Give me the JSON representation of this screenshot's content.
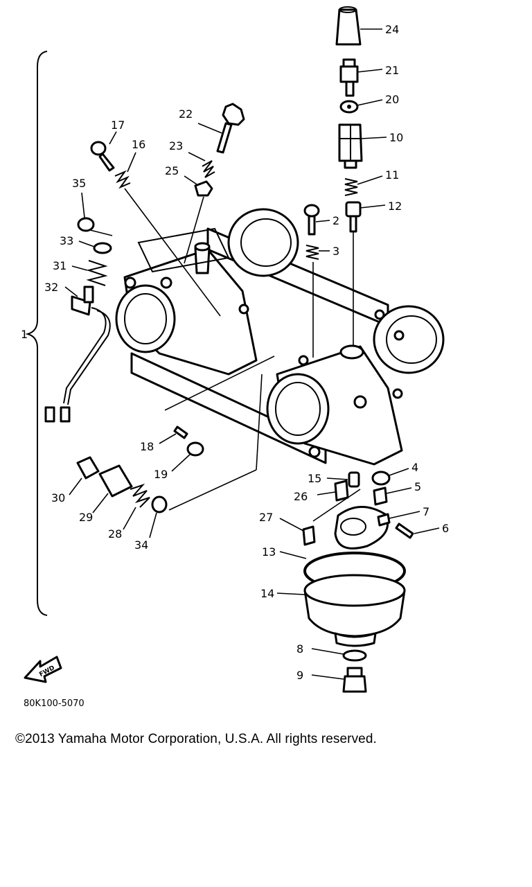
{
  "assembly_label": "1",
  "fwd_label": "FWD",
  "drawing_code": "80K100-5070",
  "copyright": "©2013 Yamaha Motor Corporation, U.S.A. All rights reserved.",
  "callouts": {
    "c2": "2",
    "c3": "3",
    "c4": "4",
    "c5": "5",
    "c6": "6",
    "c7": "7",
    "c8": "8",
    "c9": "9",
    "c10": "10",
    "c11": "11",
    "c12": "12",
    "c13": "13",
    "c14": "14",
    "c15": "15",
    "c16": "16",
    "c17": "17",
    "c18": "18",
    "c19": "19",
    "c20": "20",
    "c21": "21",
    "c22": "22",
    "c23": "23",
    "c24": "24",
    "c25": "25",
    "c26": "26",
    "c27": "27",
    "c28": "28",
    "c29": "29",
    "c30": "30",
    "c31": "31",
    "c32": "32",
    "c33": "33",
    "c34": "34",
    "c35": "35"
  }
}
